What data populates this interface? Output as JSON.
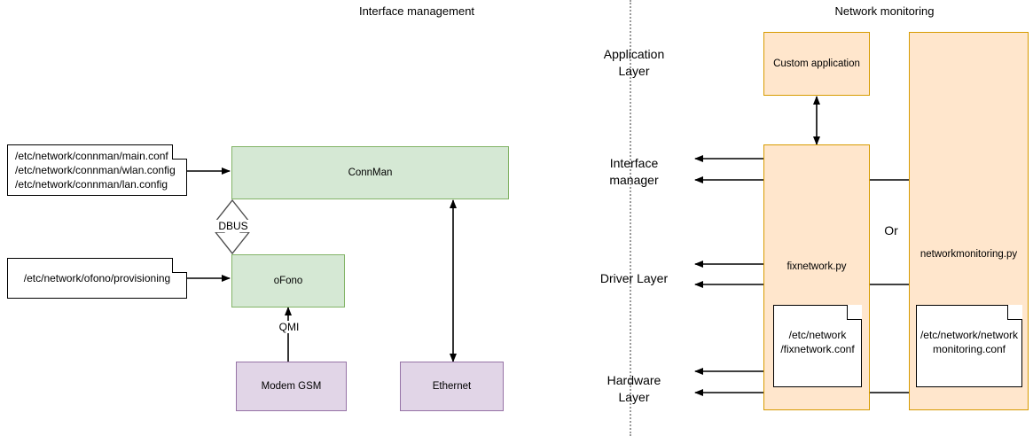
{
  "panels": {
    "left": {
      "title": "Interface management",
      "notes": [
        {
          "id": "connman-conf",
          "lines": "/etc/network/connman/main.conf\n/etc/network/connman/wlan.config\n/etc/network/connman/lan.config"
        },
        {
          "id": "ofono-conf",
          "lines": "/etc/network/ofono/provisioning"
        }
      ],
      "boxes": [
        {
          "id": "connman",
          "label": "ConnMan",
          "color": "#d5e8d4",
          "border": "#82b366"
        },
        {
          "id": "ofono",
          "label": "oFono",
          "color": "#d5e8d4",
          "border": "#82b366"
        },
        {
          "id": "modem-gsm",
          "label": "Modem GSM",
          "color": "#e1d5e7",
          "border": "#9673a6"
        },
        {
          "id": "ethernet",
          "label": "Ethernet",
          "color": "#e1d5e7",
          "border": "#9673a6"
        }
      ],
      "edge_labels": [
        {
          "id": "dbus",
          "label": "DBUS"
        },
        {
          "id": "qmi",
          "label": "QMI"
        }
      ]
    },
    "right": {
      "title": "Network monitoring",
      "layers": [
        {
          "id": "application-layer",
          "label": "Application\nLayer"
        },
        {
          "id": "interface-manager",
          "label": "Interface\nmanager"
        },
        {
          "id": "driver-layer",
          "label": "Driver Layer"
        },
        {
          "id": "hardware-layer",
          "label": "Hardware\nLayer"
        }
      ],
      "boxes": [
        {
          "id": "custom-application",
          "label": "Custom application",
          "color": "#ffe6cc",
          "border": "#d79b00"
        },
        {
          "id": "fixnetwork-py",
          "label": "fixnetwork.py",
          "color": "#ffe6cc",
          "border": "#d79b00"
        },
        {
          "id": "networkmonitoring-py",
          "label": "networkmonitoring.py",
          "color": "#ffe6cc",
          "border": "#d79b00"
        }
      ],
      "notes": [
        {
          "id": "fixnetwork-conf",
          "lines": "/etc/network\n/fixnetwork.conf"
        },
        {
          "id": "networkmonitoring-conf",
          "lines": "/etc/network/network\nmonitoring.conf"
        }
      ],
      "or_label": "Or"
    }
  },
  "colors": {
    "green_fill": "#d5e8d4",
    "green_border": "#82b366",
    "purple_fill": "#e1d5e7",
    "purple_border": "#9673a6",
    "orange_fill": "#ffe6cc",
    "orange_border": "#d79b00",
    "divider": "#9a9a9a",
    "arrow": "#000000"
  }
}
